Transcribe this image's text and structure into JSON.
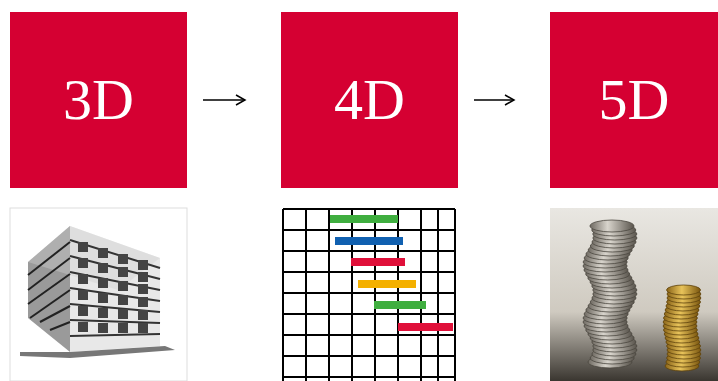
{
  "diagram": {
    "nodes": [
      {
        "text": [
          "3D"
        ]
      },
      {
        "text": [
          "4D"
        ]
      },
      {
        "text": [
          "5D"
        ]
      }
    ],
    "edges": [
      {
        "from": 0,
        "to": 1,
        "arrow": "to"
      },
      {
        "from": 1,
        "to": 2,
        "arrow": "to"
      }
    ]
  }
}
